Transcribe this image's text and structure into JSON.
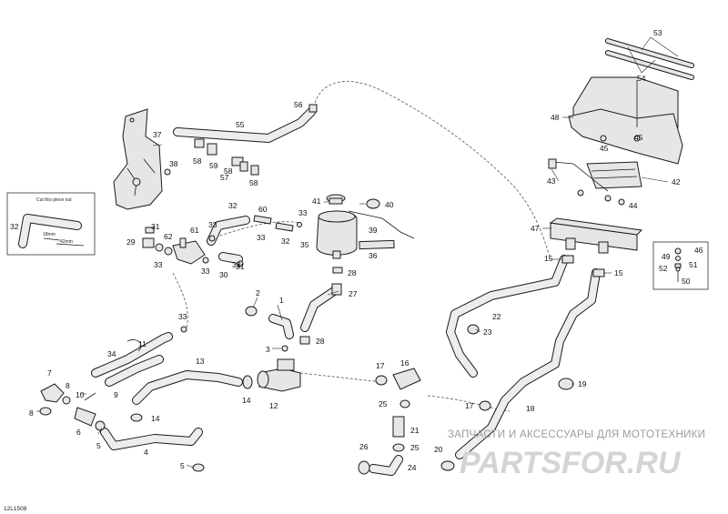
{
  "diagram_code": "12L1508",
  "watermark": {
    "caption": "ЗАПЧАСТИ И АКСЕССУАРЫ ДЛЯ МОТОТЕХНИКИ",
    "logo": "PARTSFOR.RU"
  },
  "inset": {
    "title": "Cut this piece out",
    "dim_a": "18mm",
    "dim_b": "42mm"
  },
  "callouts": {
    "c1": "1",
    "c2": "2",
    "c3": "3",
    "c4": "4",
    "c5a": "5",
    "c5b": "5",
    "c6": "6",
    "c7": "7",
    "c8a": "8",
    "c8b": "8",
    "c9": "9",
    "c10": "10",
    "c11": "11",
    "c12": "12",
    "c13": "13",
    "c14a": "14",
    "c14b": "14",
    "c15a": "15",
    "c15b": "15",
    "c16": "16",
    "c17a": "17",
    "c17b": "17",
    "c18": "18",
    "c19": "19",
    "c20": "20",
    "c21": "21",
    "c22": "22",
    "c23": "23",
    "c24": "24",
    "c25a": "25",
    "c25b": "25",
    "c26": "26",
    "c27": "27",
    "c28a": "28",
    "c28b": "28",
    "c29": "29",
    "c30": "30",
    "c31a": "31",
    "c31b": "31",
    "c32a": "32",
    "c32b": "32",
    "c32c": "32",
    "c33a": "33",
    "c33b": "33",
    "c33c": "33",
    "c33d": "33",
    "c33e": "33",
    "c33f": "33",
    "c33g": "33",
    "c34": "34",
    "c35": "35",
    "c36": "36",
    "c37": "37",
    "c38": "38",
    "c39": "39",
    "c40": "40",
    "c41": "41",
    "c42": "42",
    "c43": "43",
    "c44": "44",
    "c45a": "45",
    "c45b": "45",
    "c46": "46",
    "c47": "47",
    "c48": "48",
    "c49": "49",
    "c50": "50",
    "c51": "51",
    "c52": "52",
    "c53": "53",
    "c54": "54",
    "c55": "55",
    "c56": "56",
    "c57": "57",
    "c58a": "58",
    "c58b": "58",
    "c58c": "58",
    "c59": "59",
    "c60": "60",
    "c61": "61",
    "c62": "62"
  }
}
